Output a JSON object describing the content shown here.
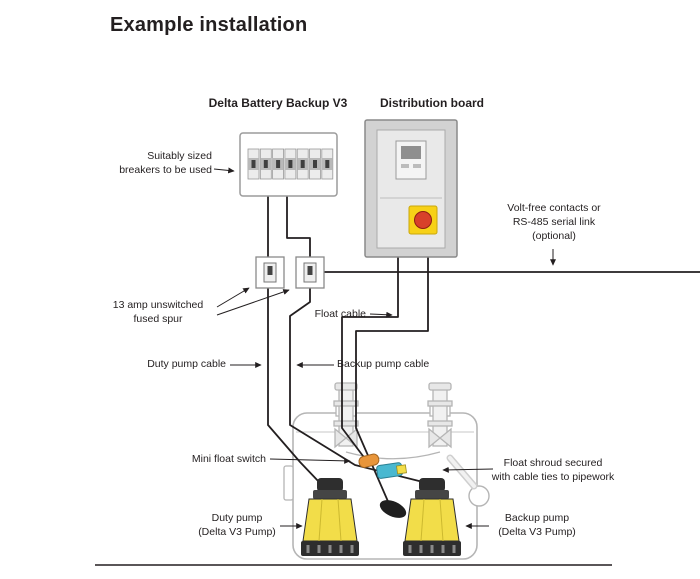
{
  "title": "Example installation",
  "colors": {
    "pump_yellow": "#f2dd49",
    "estop_red": "#d8402a",
    "estop_yellow": "#f7d117",
    "float_orange": "#e8953a",
    "shroud_blue": "#49b8d0"
  },
  "units": {
    "battery_backup_label": "Delta Battery Backup V3",
    "distribution_board_label": "Distribution board"
  },
  "annotations": {
    "breakers": "Suitably sized\nbreakers to be used",
    "volt_free": "Volt-free contacts or\nRS-485 serial link\n(optional)",
    "fused_spur": "13 amp unswitched\nfused spur",
    "float_cable": "Float cable",
    "duty_pump_cable": "Duty pump cable",
    "backup_pump_cable": "Backup pump cable",
    "mini_float_switch": "Mini float switch",
    "float_shroud": "Float shroud secured\nwith cable ties to pipework",
    "duty_pump": "Duty pump\n(Delta V3 Pump)",
    "backup_pump": "Backup pump\n(Delta V3 Pump)"
  }
}
